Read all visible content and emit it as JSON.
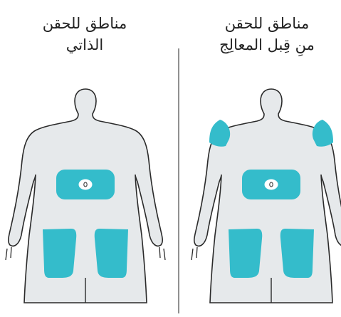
{
  "panels": {
    "left": {
      "title_line1": "مناطق للحقن",
      "title_line2": "الذاتي"
    },
    "right": {
      "title_line1": "مناطق للحقن",
      "title_line2": "منِ قِبل المعالِج"
    }
  },
  "colors": {
    "background": "#ffffff",
    "body_fill": "#e6e9eb",
    "outline": "#2a2a2a",
    "injection_site": "#34bccb",
    "divider": "#555555",
    "text": "#222222"
  },
  "icons": [
    "injection-site-marker-icon"
  ]
}
